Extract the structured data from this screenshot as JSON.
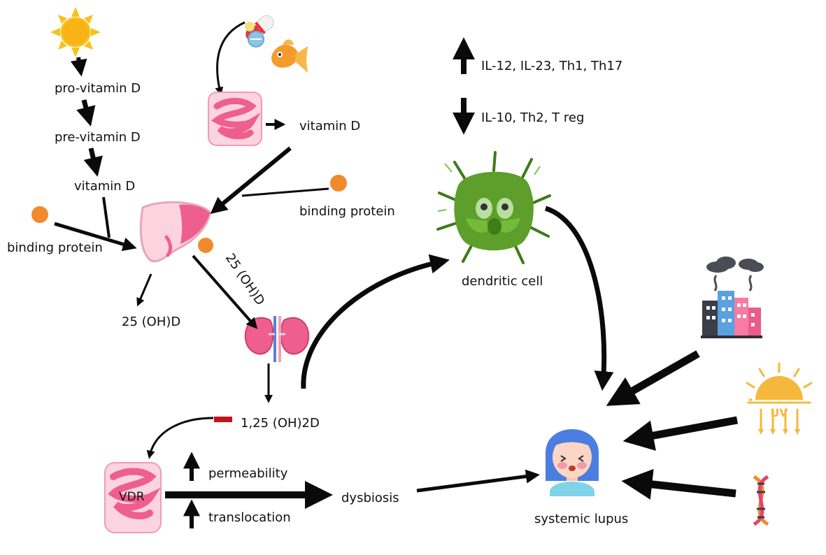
{
  "labels": {
    "pro_vitamin_d": "pro-vitamin D",
    "pre_vitamin_d": "pre-vitamin D",
    "vitamin_d_left": "vitamin D",
    "vitamin_d_gut": "vitamin D",
    "binding_protein_left": "binding  protein",
    "binding_protein_right": "binding  protein",
    "oh_d_left": "25 (OH)D",
    "oh_d_diag": "25 (OH)D",
    "calcitriol": "1,25 (OH)2D",
    "vdr": "VDR",
    "permeability": "permeability",
    "translocation": "translocation",
    "dysbiosis": "dysbiosis",
    "dendritic_cell": "dendritic  cell",
    "systemic_lupus": "systemic  lupus",
    "up_cytokines": "IL-12, IL-23, Th1, Th17",
    "down_cytokines": "IL-10, Th2,  T reg",
    "uv": "UV"
  },
  "colors": {
    "arrow": "#0a0a0a",
    "sun": "#f7c21b",
    "binding_protein": "#f08a2c",
    "organ_pink": "#ee5f8f",
    "organ_light": "#fbd4e0",
    "inhibitor": "#c0141c",
    "dendritic_green": "#5e9e2a",
    "uv_yellow": "#f5b83d"
  },
  "icons": [
    "sun-icon",
    "pill-icon",
    "fish-icon",
    "intestine-icon",
    "liver-icon",
    "kidney-icon",
    "dendritic-cell-icon",
    "factory-pollution-icon",
    "uv-sun-icon",
    "dna-icon",
    "patient-icon"
  ]
}
